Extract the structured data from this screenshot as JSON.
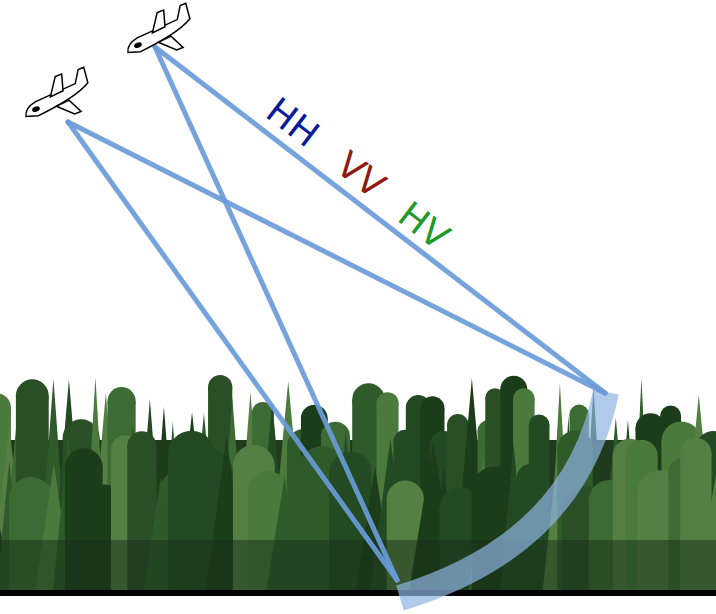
{
  "diagram": {
    "labels": [
      "HH",
      "VV",
      "HV"
    ]
  }
}
